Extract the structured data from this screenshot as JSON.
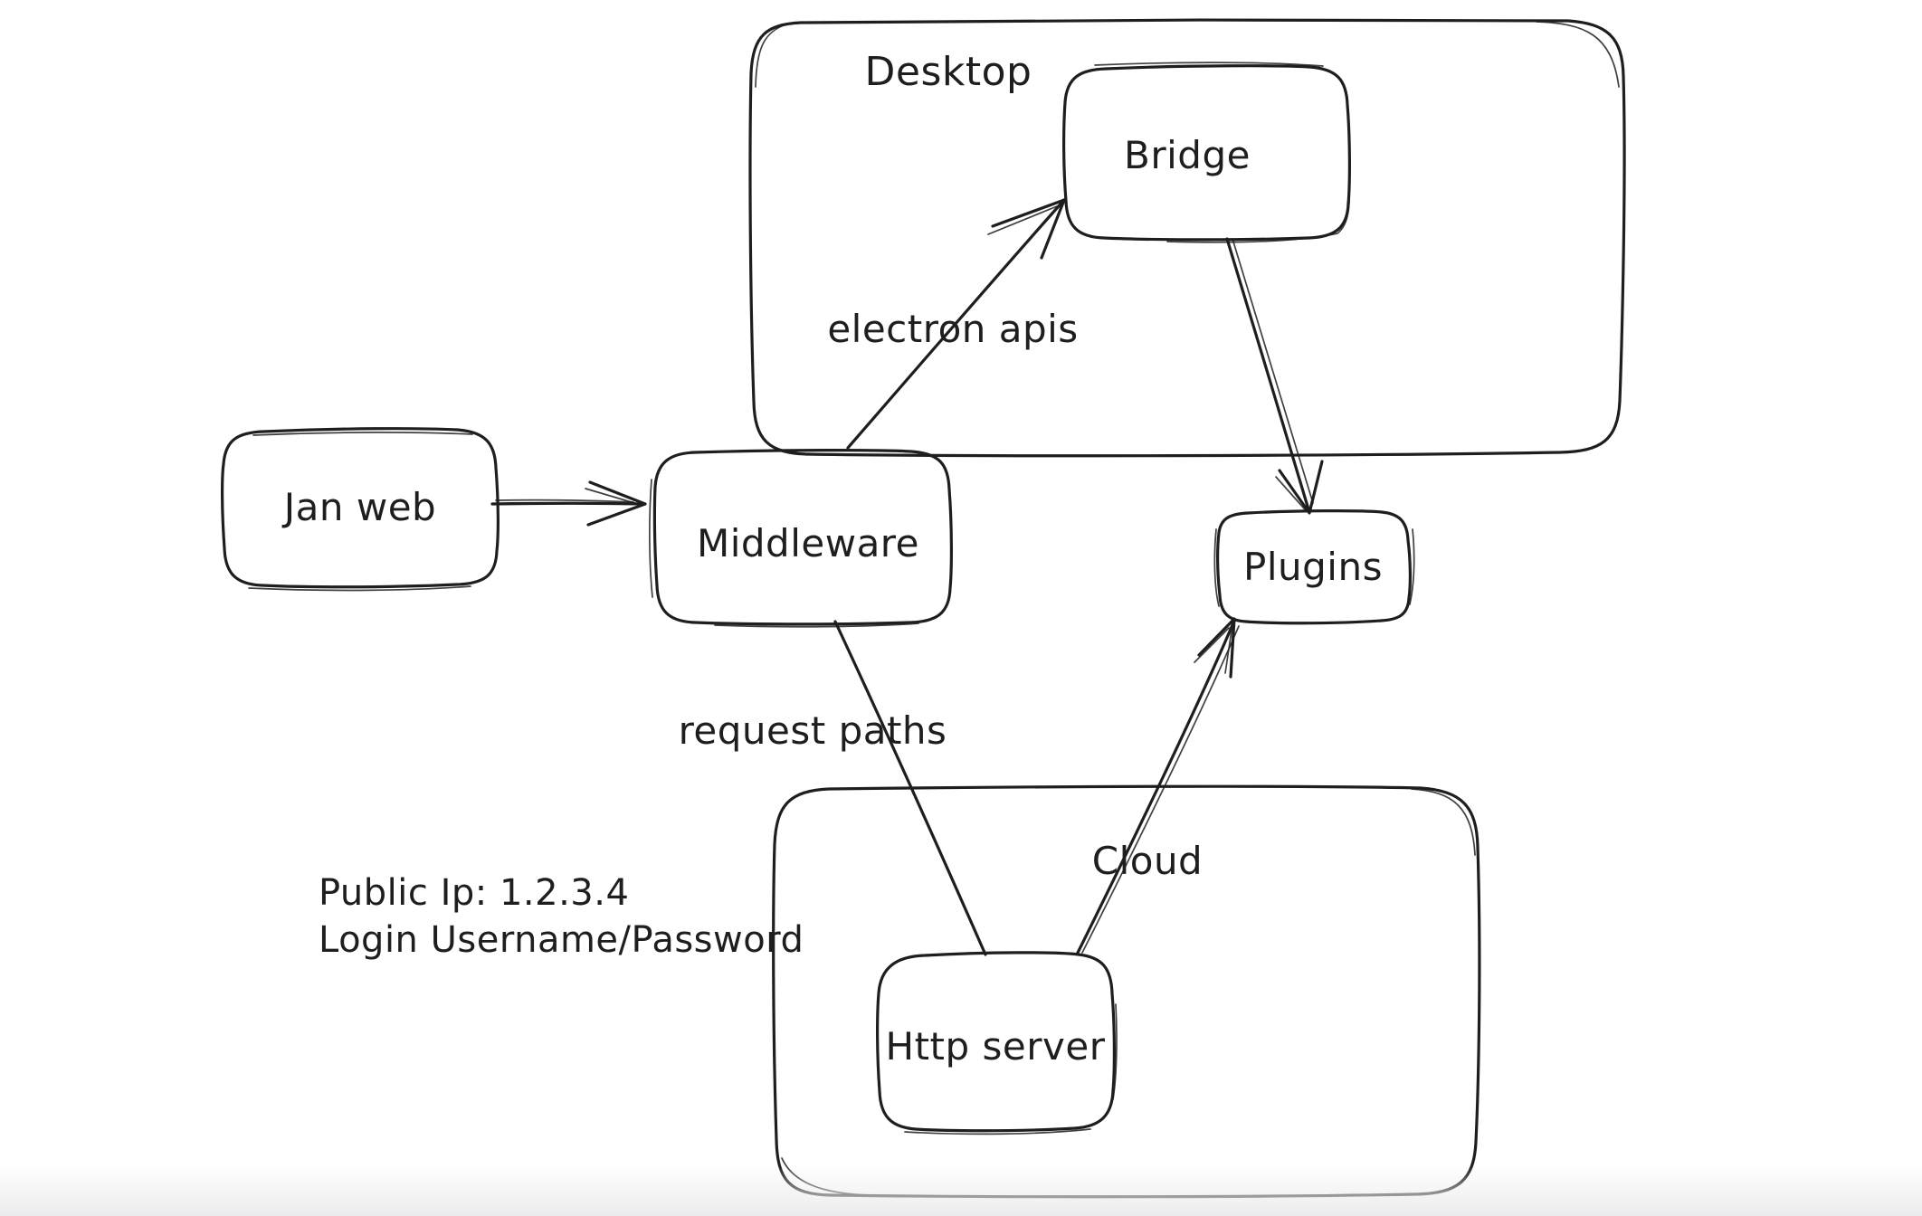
{
  "canvas": {
    "background": "#ffffff",
    "stroke_color": "#1e1e1e",
    "bottom_fade_color": "#ececee"
  },
  "containers": {
    "desktop": {
      "label": "Desktop"
    },
    "cloud": {
      "label": "Cloud"
    }
  },
  "nodes": {
    "jan_web": {
      "label": "Jan web"
    },
    "middleware": {
      "label": "Middleware"
    },
    "bridge": {
      "label": "Bridge"
    },
    "plugins": {
      "label": "Plugins"
    },
    "http_server": {
      "label": "Http server"
    }
  },
  "edges": {
    "jan_web_to_middleware": {
      "from": "Jan web",
      "to": "Middleware"
    },
    "middleware_to_bridge": {
      "from": "Middleware",
      "to": "Bridge",
      "label": "electron apis"
    },
    "bridge_to_plugins": {
      "from": "Bridge",
      "to": "Plugins"
    },
    "middleware_to_http_server": {
      "from": "Middleware",
      "to": "Http server",
      "label": "request paths"
    },
    "http_server_to_plugins": {
      "from": "Http server",
      "to": "Plugins"
    }
  },
  "annotations": {
    "public_ip": "Public Ip: 1.2.3.4",
    "login": "Login Username/Password"
  }
}
